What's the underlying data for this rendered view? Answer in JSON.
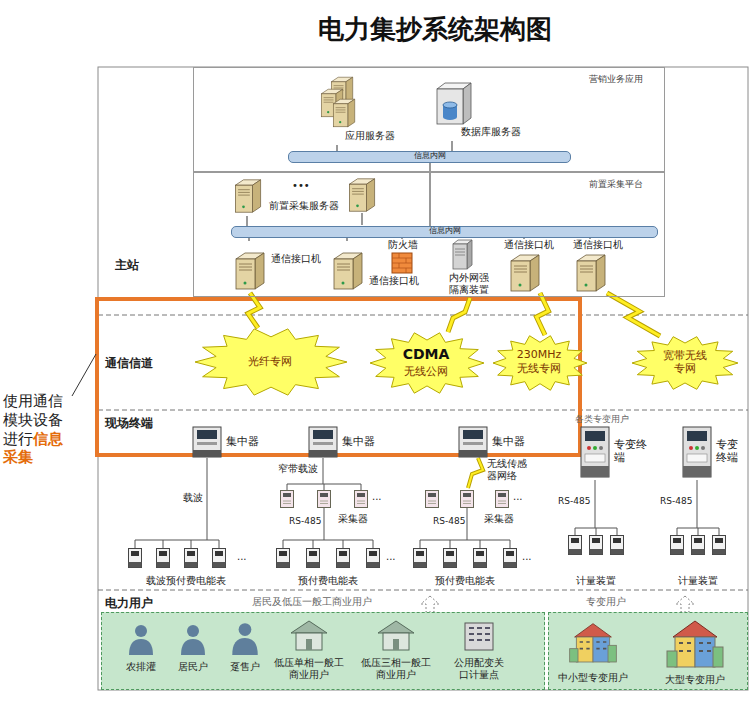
{
  "diagram": {
    "title": "电力集抄系统架构图",
    "nodes": [
      {
        "text": [
          "营销业务应用"
        ]
      },
      {
        "text": [
          "应用服务器"
        ],
        "in": 0
      },
      {
        "text": [
          "数据库服务器"
        ],
        "in": 0
      },
      {
        "text": [
          "信息内网"
        ],
        "in": 0
      },
      {
        "text": [
          "前置采集平台"
        ]
      },
      {
        "text": [
          "前置采集服务器"
        ],
        "in": 4
      },
      {
        "text": [
          "信息内网"
        ],
        "in": 4
      },
      {
        "text": [
          "通信接口机"
        ],
        "in": 4
      },
      {
        "text": [
          "通信接口机"
        ],
        "in": 4
      },
      {
        "text": [
          "防火墙"
        ],
        "in": 4
      },
      {
        "text": [
          "内外网强隔离装置"
        ],
        "in": 4
      },
      {
        "text": [
          "通信接口机"
        ],
        "in": 4
      },
      {
        "text": [
          "通信接口机"
        ],
        "in": 4
      },
      {
        "text": [
          "光纤专网"
        ]
      },
      {
        "text": [
          "CDMA",
          "无线公网"
        ]
      },
      {
        "text": [
          "230MHz",
          "无线专网"
        ]
      },
      {
        "text": [
          "宽带无线专网"
        ]
      },
      {
        "text": [
          "集中器"
        ]
      },
      {
        "text": [
          "集中器"
        ]
      },
      {
        "text": [
          "集中器"
        ]
      },
      {
        "text": [
          "专变终端"
        ]
      },
      {
        "text": [
          "专变终端"
        ]
      },
      {
        "text": [
          "居民及低压一般工商业用户"
        ]
      },
      {
        "text": [
          "农排灌"
        ],
        "in": 22
      },
      {
        "text": [
          "居民户"
        ],
        "in": 22
      },
      {
        "text": [
          "趸售户"
        ],
        "in": 22
      },
      {
        "text": [
          "低压单相一般工商业用户"
        ],
        "in": 22
      },
      {
        "text": [
          "低压三相一般工商业用户"
        ],
        "in": 22
      },
      {
        "text": [
          "公用配变关口计量点"
        ],
        "in": 22
      },
      {
        "text": [
          "专变用户"
        ]
      },
      {
        "text": [
          "中小型专变用户"
        ],
        "in": 29
      },
      {
        "text": [
          "大型专变用户"
        ],
        "in": 29
      }
    ],
    "edges": [
      {
        "from": 1,
        "to": 3,
        "arrow": "none"
      },
      {
        "from": 2,
        "to": 3,
        "arrow": "none"
      },
      {
        "from": 3,
        "to": 6,
        "arrow": "none"
      },
      {
        "from": 5,
        "to": 6,
        "arrow": "none"
      },
      {
        "from": 6,
        "to": 7,
        "arrow": "none"
      },
      {
        "from": 6,
        "to": 8,
        "arrow": "none"
      },
      {
        "from": 6,
        "to": 9,
        "arrow": "none"
      },
      {
        "from": 6,
        "to": 10,
        "arrow": "none"
      },
      {
        "from": 6,
        "to": 11,
        "arrow": "none"
      },
      {
        "from": 6,
        "to": 12,
        "arrow": "none"
      },
      {
        "from": 7,
        "to": 13,
        "arrow": "none"
      },
      {
        "from": 10,
        "to": 14,
        "arrow": "none"
      },
      {
        "from": 11,
        "to": 15,
        "arrow": "none"
      },
      {
        "from": 12,
        "to": 16,
        "arrow": "none"
      }
    ],
    "labels": [
      "主站",
      "•••",
      "通信信道",
      "使用通信模块设备进行",
      "信息采集",
      "现场终端",
      "各类专变用户",
      "载波",
      "窄带载波",
      "...",
      "采集器",
      "RS-485",
      "载波预付费电能表",
      "...",
      "预付费电能表",
      "...",
      "无线传感器网络",
      "...",
      "采集器",
      "RS-485",
      "预付费电能表",
      "...",
      "RS-485",
      "计量装置",
      "RS-485",
      "计量装置",
      "电力用户"
    ]
  }
}
